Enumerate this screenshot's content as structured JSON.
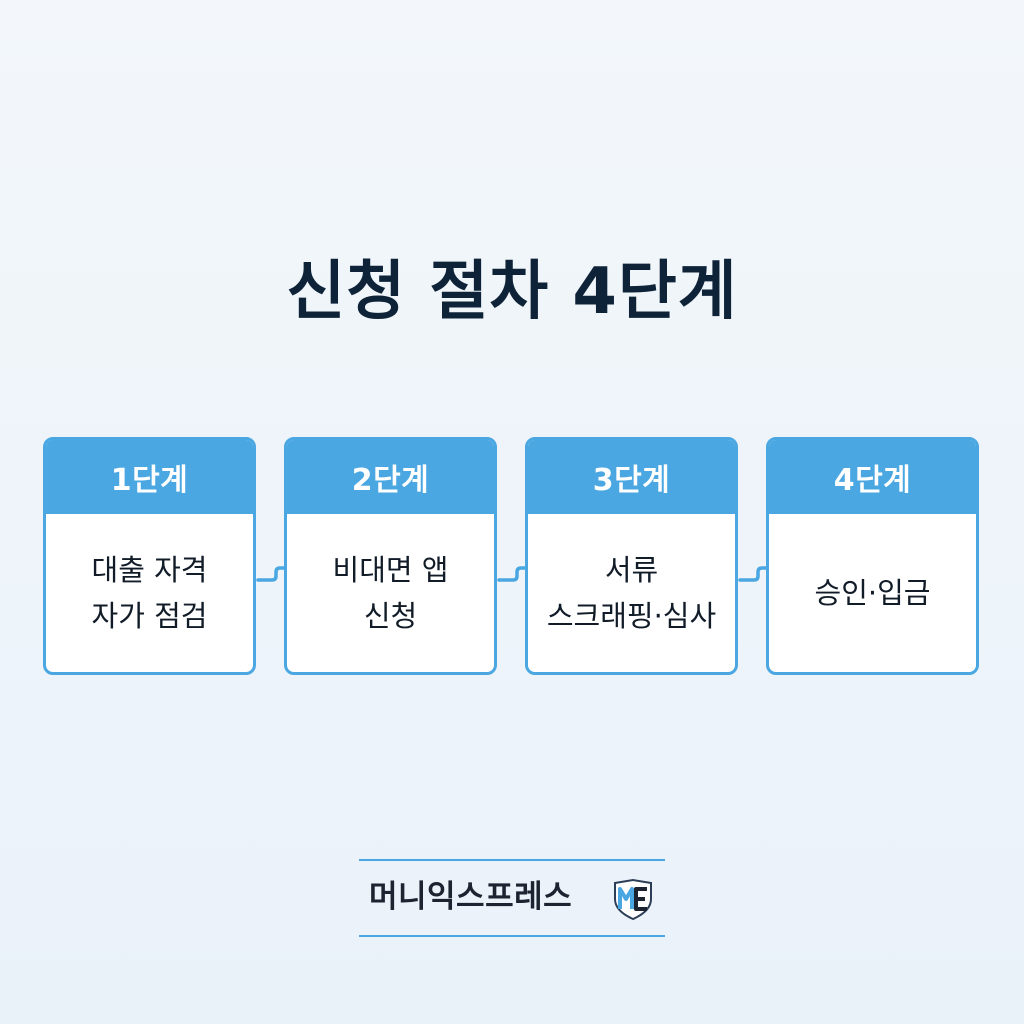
{
  "title": "신청 절차 4단계",
  "steps": [
    {
      "label": "1단계",
      "lines": [
        "대출 자격",
        "자가 점검"
      ]
    },
    {
      "label": "2단계",
      "lines": [
        "비대면 앱",
        "신청"
      ]
    },
    {
      "label": "3단계",
      "lines": [
        "서류",
        "스크래핑·심사"
      ]
    },
    {
      "label": "4단계",
      "lines": [
        "승인·입금"
      ]
    }
  ],
  "brand": {
    "name": "머니익스프레스",
    "logo_icon": "me-shield-logo-icon"
  },
  "colors": {
    "accent": "#4aa7e2",
    "title": "#0e2238",
    "background": "#eef4fa"
  }
}
